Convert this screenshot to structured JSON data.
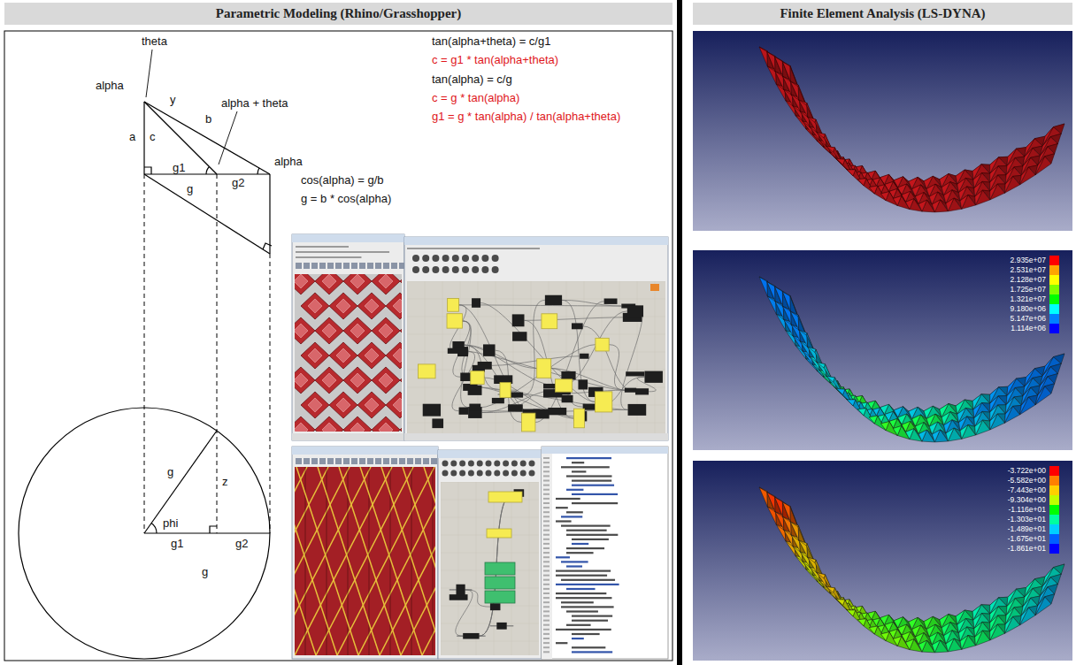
{
  "diagram": {
    "nodes": [
      {
        "text": [
          "Parametric Modeling (Rhino/Grasshopper)"
        ]
      },
      {
        "text": [
          "Finite Element Analysis (LS-DYNA)"
        ]
      }
    ],
    "labels": [
      "theta",
      "alpha",
      "y",
      "a",
      "c",
      "b",
      "alpha + theta",
      "alpha",
      "g1",
      "g2",
      "g",
      "tan(alpha+theta) = c/g1",
      "c = g1 * tan(alpha+theta)",
      "tan(alpha) = c/g",
      "c = g * tan(alpha)",
      "g1 = g * tan(alpha) / tan(alpha+theta)",
      "cos(alpha) = g/b",
      "g = b * cos(alpha)",
      "g",
      "z",
      "phi",
      "g1",
      "g2",
      "g"
    ],
    "legend": [
      {
        "text": "2.935e+07",
        "color": "#ff0000"
      },
      {
        "text": "2.531e+07",
        "color": "#ffa500"
      },
      {
        "text": "2.128e+07",
        "color": "#ffff00"
      },
      {
        "text": "1.725e+07",
        "color": "#7fff00"
      },
      {
        "text": "1.321e+07",
        "color": "#00ff00"
      },
      {
        "text": "9.180e+06",
        "color": "#00ffff"
      },
      {
        "text": "5.147e+06",
        "color": "#0080ff"
      },
      {
        "text": "1.114e+06",
        "color": "#0000ff"
      },
      {
        "text": "-3.722e+00",
        "color": "#ff0000"
      },
      {
        "text": "-5.582e+00",
        "color": "#ff8000"
      },
      {
        "text": "-7.443e+00",
        "color": "#ffd000"
      },
      {
        "text": "-9.304e+00",
        "color": "#c0ff00"
      },
      {
        "text": "-1.116e+01",
        "color": "#00ff00"
      },
      {
        "text": "-1.303e+01",
        "color": "#00ffa0"
      },
      {
        "text": "-1.489e+01",
        "color": "#00d0ff"
      },
      {
        "text": "-1.675e+01",
        "color": "#0060ff"
      },
      {
        "text": "-1.861e+01",
        "color": "#0000ff"
      }
    ]
  }
}
